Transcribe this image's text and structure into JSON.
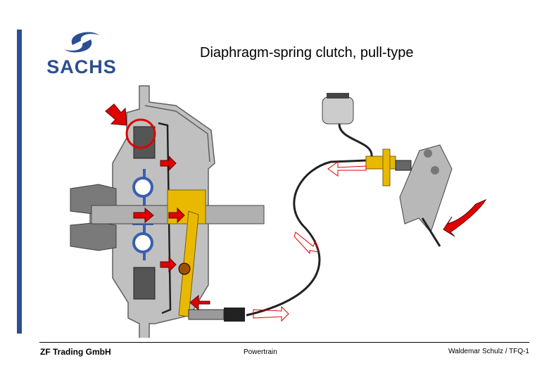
{
  "title": "Diaphragm-spring clutch, pull-type",
  "brand": {
    "logo_text": "SACHS",
    "color": "#2c4e93"
  },
  "accent_bar_color": "#2c4e93",
  "footer": {
    "company": "ZF Trading GmbH",
    "section": "Powertrain",
    "author": "Waldemar Schulz / TFQ-1"
  },
  "colors": {
    "housing": "#b8b8b8",
    "dark_parts": "#555555",
    "arrows": "#e00000",
    "lever": "#e8b900",
    "spring_blue": "#3a5fb0",
    "reservoir": "#cccccc"
  }
}
